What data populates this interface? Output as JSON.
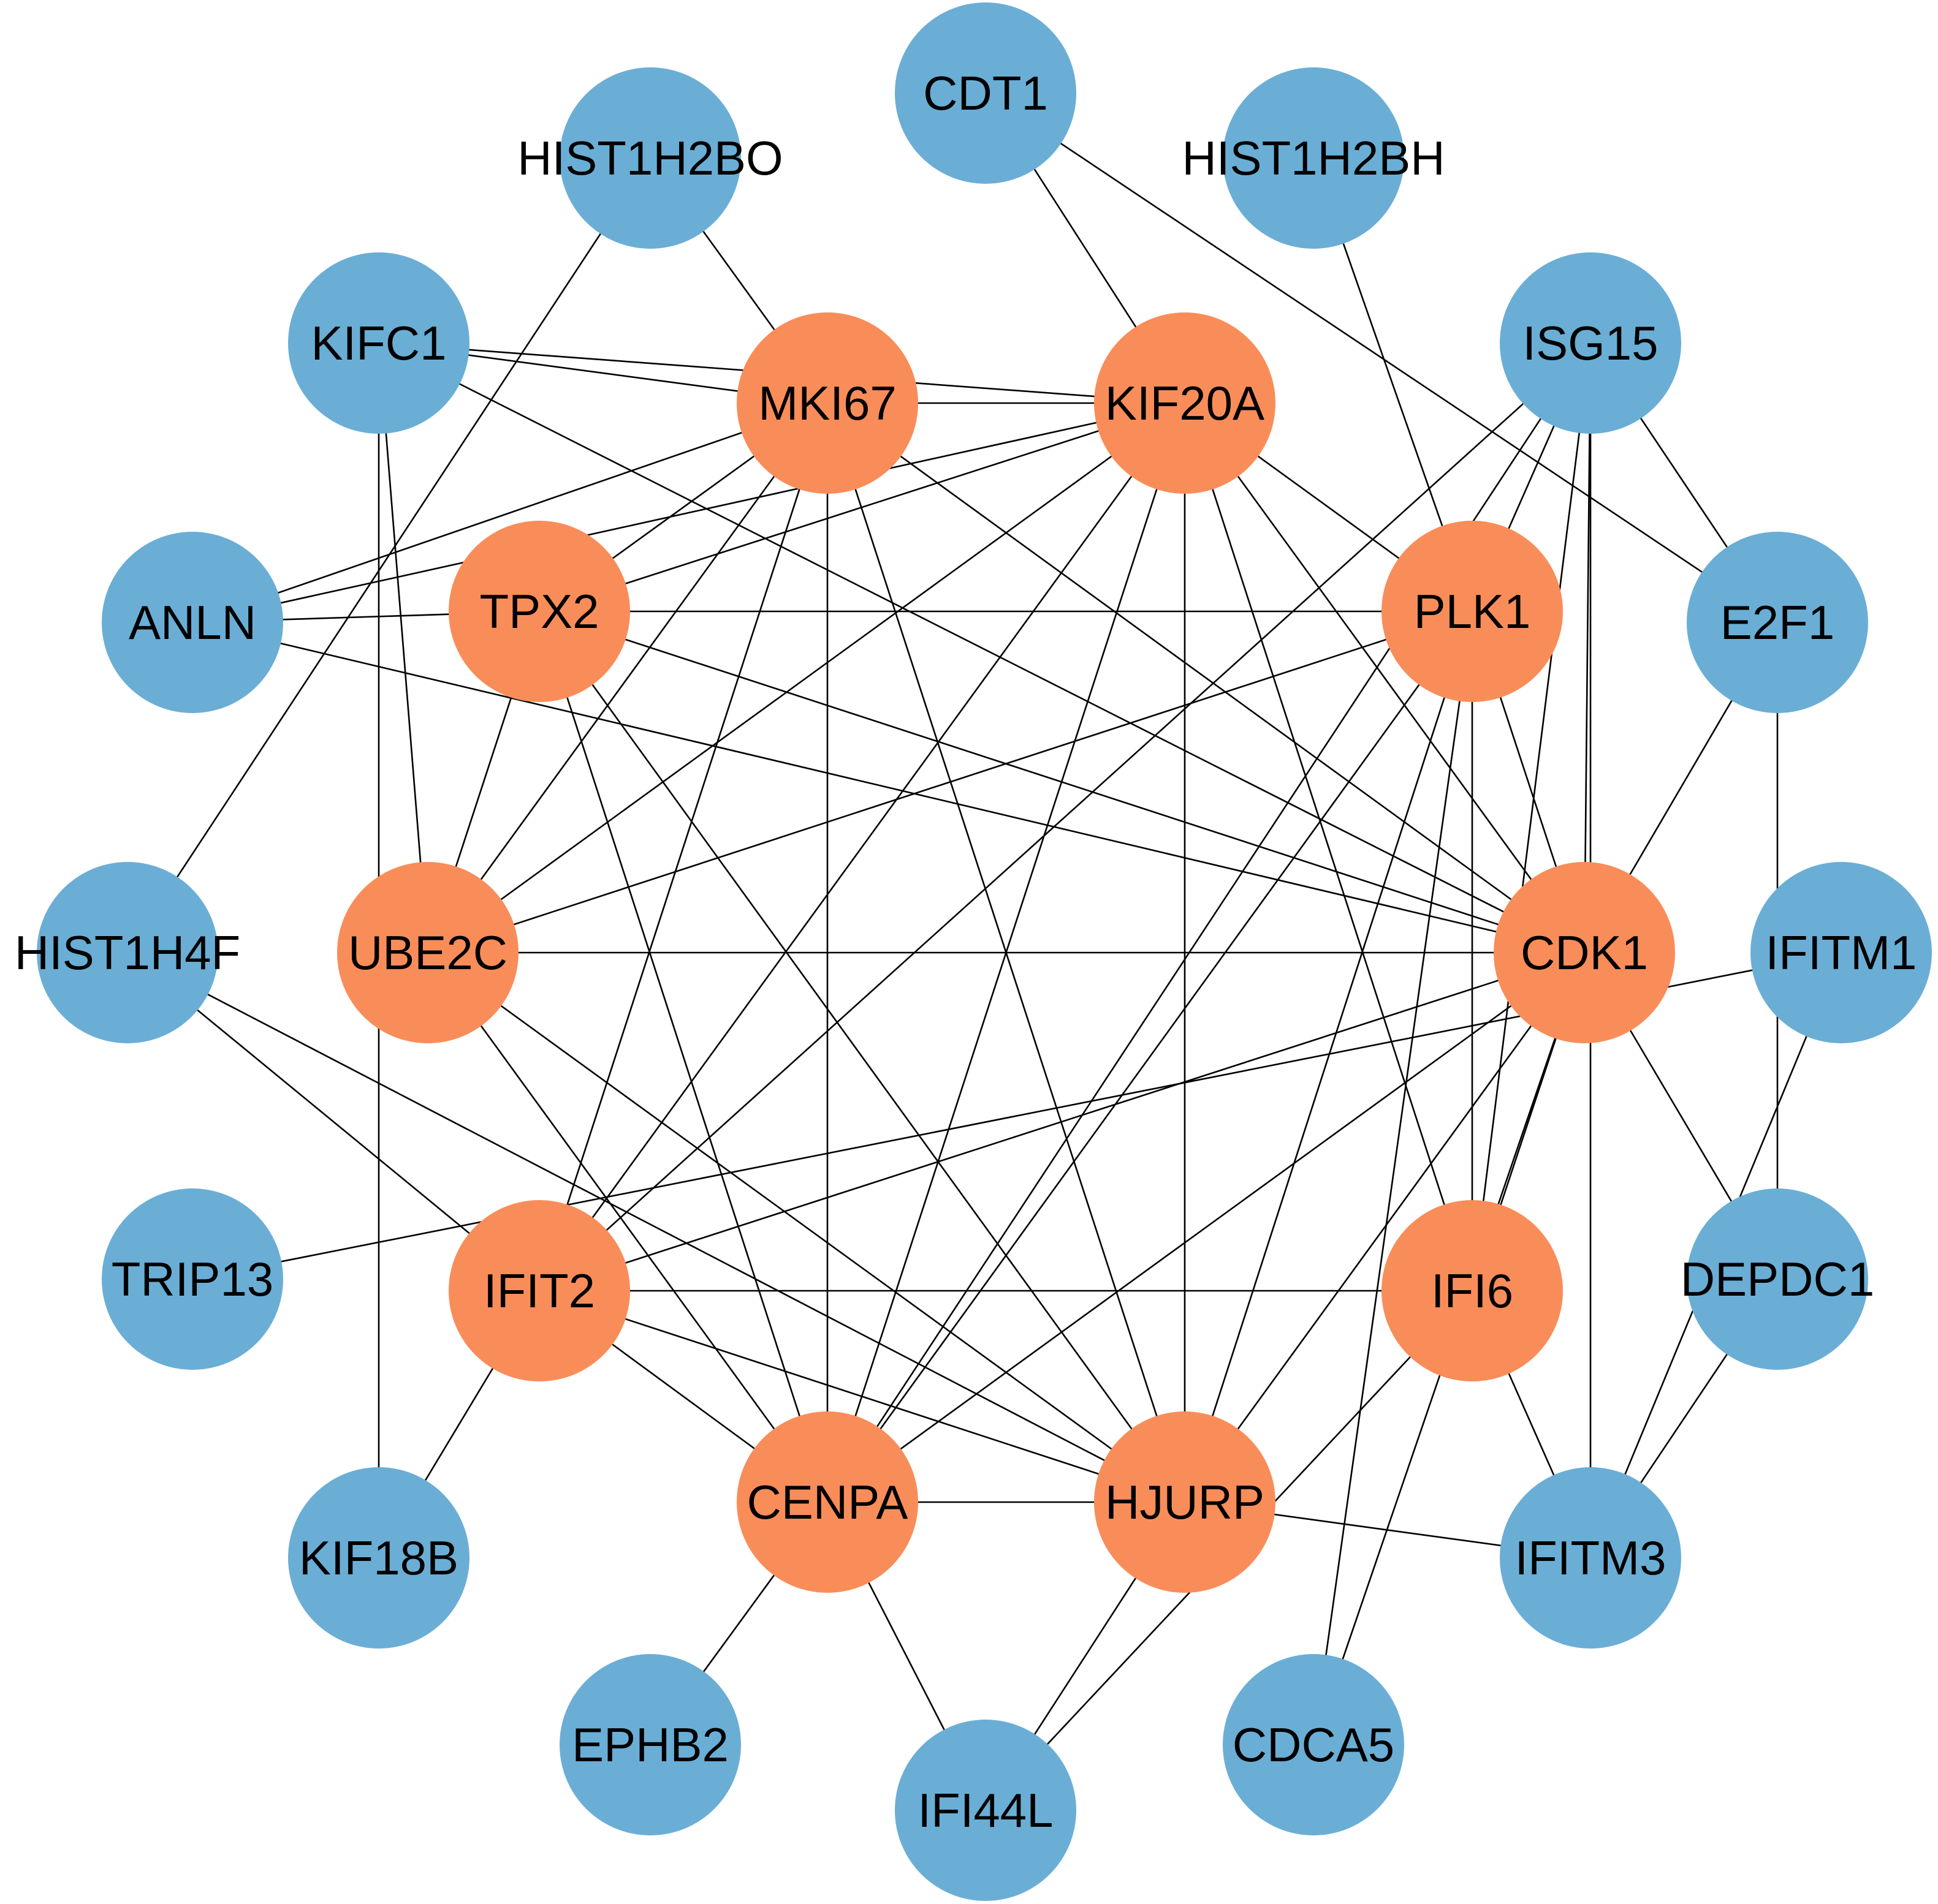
{
  "colors": {
    "hub": "#f98d59",
    "peripheral": "#6aaed6",
    "edge": "#000000",
    "text": "#000000"
  },
  "nodes": [
    {
      "id": "CDT1",
      "label": "CDT1",
      "group": "peripheral"
    },
    {
      "id": "HIST1H2BO",
      "label": "HIST1H2BO",
      "group": "peripheral"
    },
    {
      "id": "HIST1H2BH",
      "label": "HIST1H2BH",
      "group": "peripheral"
    },
    {
      "id": "KIFC1",
      "label": "KIFC1",
      "group": "peripheral"
    },
    {
      "id": "ISG15",
      "label": "ISG15",
      "group": "peripheral"
    },
    {
      "id": "ANLN",
      "label": "ANLN",
      "group": "peripheral"
    },
    {
      "id": "E2F1",
      "label": "E2F1",
      "group": "peripheral"
    },
    {
      "id": "HIST1H4F",
      "label": "HIST1H4F",
      "group": "peripheral"
    },
    {
      "id": "IFITM1",
      "label": "IFITM1",
      "group": "peripheral"
    },
    {
      "id": "TRIP13",
      "label": "TRIP13",
      "group": "peripheral"
    },
    {
      "id": "DEPDC1",
      "label": "DEPDC1",
      "group": "peripheral"
    },
    {
      "id": "KIF18B",
      "label": "KIF18B",
      "group": "peripheral"
    },
    {
      "id": "IFITM3",
      "label": "IFITM3",
      "group": "peripheral"
    },
    {
      "id": "EPHB2",
      "label": "EPHB2",
      "group": "peripheral"
    },
    {
      "id": "CDCA5",
      "label": "CDCA5",
      "group": "peripheral"
    },
    {
      "id": "IFI44L",
      "label": "IFI44L",
      "group": "peripheral"
    },
    {
      "id": "MKI67",
      "label": "MKI67",
      "group": "hub"
    },
    {
      "id": "KIF20A",
      "label": "KIF20A",
      "group": "hub"
    },
    {
      "id": "TPX2",
      "label": "TPX2",
      "group": "hub"
    },
    {
      "id": "PLK1",
      "label": "PLK1",
      "group": "hub"
    },
    {
      "id": "UBE2C",
      "label": "UBE2C",
      "group": "hub"
    },
    {
      "id": "CDK1",
      "label": "CDK1",
      "group": "hub"
    },
    {
      "id": "IFIT2",
      "label": "IFIT2",
      "group": "hub"
    },
    {
      "id": "IFI6",
      "label": "IFI6",
      "group": "hub"
    },
    {
      "id": "CENPA",
      "label": "CENPA",
      "group": "hub"
    },
    {
      "id": "HJURP",
      "label": "HJURP",
      "group": "hub"
    }
  ],
  "edges": [
    [
      "CDT1",
      "KIF20A"
    ],
    [
      "CDT1",
      "E2F1"
    ],
    [
      "HIST1H2BO",
      "MKI67"
    ],
    [
      "HIST1H2BO",
      "HIST1H4F"
    ],
    [
      "HIST1H2BH",
      "PLK1"
    ],
    [
      "KIFC1",
      "MKI67"
    ],
    [
      "KIFC1",
      "KIF20A"
    ],
    [
      "KIFC1",
      "CDK1"
    ],
    [
      "KIFC1",
      "UBE2C"
    ],
    [
      "KIFC1",
      "KIF18B"
    ],
    [
      "ISG15",
      "CENPA"
    ],
    [
      "ISG15",
      "PLK1"
    ],
    [
      "ISG15",
      "E2F1"
    ],
    [
      "ISG15",
      "IFITM3"
    ],
    [
      "ISG15",
      "IFI6"
    ],
    [
      "ISG15",
      "CDK1"
    ],
    [
      "ISG15",
      "IFIT2"
    ],
    [
      "ANLN",
      "TPX2"
    ],
    [
      "ANLN",
      "MKI67"
    ],
    [
      "ANLN",
      "KIF20A"
    ],
    [
      "ANLN",
      "CDK1"
    ],
    [
      "E2F1",
      "CDK1"
    ],
    [
      "E2F1",
      "DEPDC1"
    ],
    [
      "HIST1H4F",
      "HJURP"
    ],
    [
      "HIST1H4F",
      "IFIT2"
    ],
    [
      "IFITM1",
      "TRIP13"
    ],
    [
      "IFITM1",
      "IFITM3"
    ],
    [
      "DEPDC1",
      "IFITM3"
    ],
    [
      "DEPDC1",
      "CDK1"
    ],
    [
      "KIF18B",
      "IFIT2"
    ],
    [
      "EPHB2",
      "CENPA"
    ],
    [
      "CDCA5",
      "PLK1"
    ],
    [
      "CDCA5",
      "CDK1"
    ],
    [
      "IFI44L",
      "CENPA"
    ],
    [
      "IFI44L",
      "HJURP"
    ],
    [
      "IFI44L",
      "IFI6"
    ],
    [
      "MKI67",
      "KIF20A"
    ],
    [
      "MKI67",
      "TPX2"
    ],
    [
      "MKI67",
      "UBE2C"
    ],
    [
      "MKI67",
      "CDK1"
    ],
    [
      "MKI67",
      "HJURP"
    ],
    [
      "MKI67",
      "CENPA"
    ],
    [
      "MKI67",
      "IFIT2"
    ],
    [
      "KIF20A",
      "TPX2"
    ],
    [
      "KIF20A",
      "PLK1"
    ],
    [
      "KIF20A",
      "CDK1"
    ],
    [
      "KIF20A",
      "UBE2C"
    ],
    [
      "KIF20A",
      "IFIT2"
    ],
    [
      "KIF20A",
      "HJURP"
    ],
    [
      "KIF20A",
      "CENPA"
    ],
    [
      "KIF20A",
      "IFI6"
    ],
    [
      "TPX2",
      "PLK1"
    ],
    [
      "TPX2",
      "UBE2C"
    ],
    [
      "TPX2",
      "CENPA"
    ],
    [
      "TPX2",
      "HJURP"
    ],
    [
      "TPX2",
      "CDK1"
    ],
    [
      "PLK1",
      "UBE2C"
    ],
    [
      "PLK1",
      "CDK1"
    ],
    [
      "PLK1",
      "CENPA"
    ],
    [
      "PLK1",
      "IFI6"
    ],
    [
      "PLK1",
      "HJURP"
    ],
    [
      "UBE2C",
      "CDK1"
    ],
    [
      "UBE2C",
      "CENPA"
    ],
    [
      "UBE2C",
      "HJURP"
    ],
    [
      "CDK1",
      "IFIT2"
    ],
    [
      "CDK1",
      "CENPA"
    ],
    [
      "CDK1",
      "HJURP"
    ],
    [
      "CDK1",
      "IFI6"
    ],
    [
      "IFIT2",
      "IFI6"
    ],
    [
      "IFIT2",
      "CENPA"
    ],
    [
      "IFIT2",
      "HJURP"
    ],
    [
      "IFI6",
      "IFITM3"
    ],
    [
      "CENPA",
      "HJURP"
    ],
    [
      "HJURP",
      "IFITM3"
    ]
  ]
}
